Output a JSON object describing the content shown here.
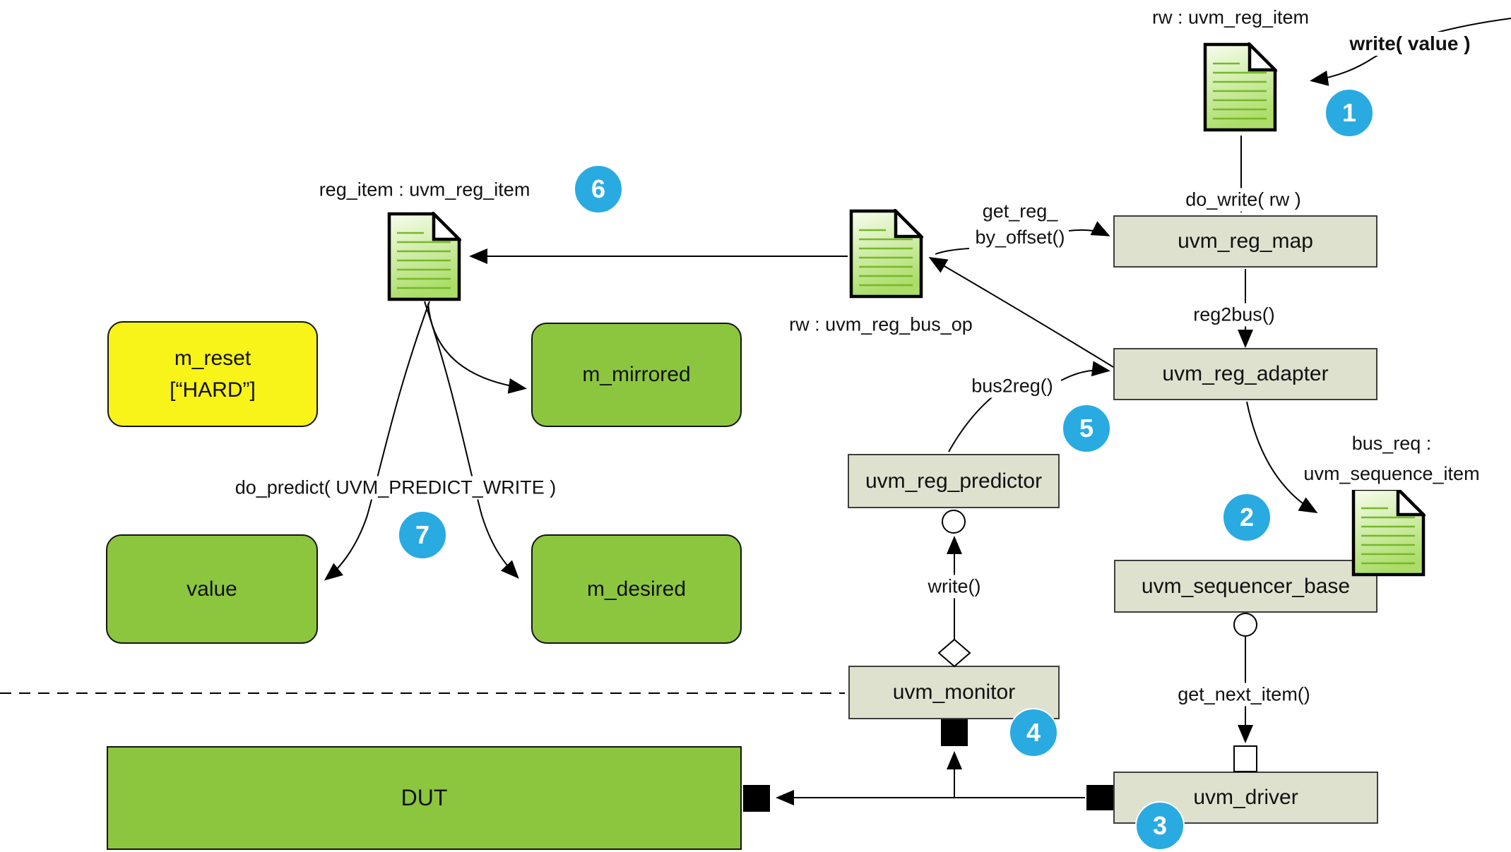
{
  "colors": {
    "step_badge": "#29abe2",
    "class_box_fill": "#dee1ce",
    "object_green": "#8cc63f",
    "reset_yellow": "#f8f318",
    "doc_fill_top": "#f7fdee",
    "doc_fill_bottom": "#abdd68",
    "doc_line_green": "#76b82a"
  },
  "classes": {
    "reg_map": "uvm_reg_map",
    "reg_adapter": "uvm_reg_adapter",
    "sequencer": "uvm_sequencer_base",
    "driver": "uvm_driver",
    "predictor": "uvm_reg_predictor",
    "monitor": "uvm_monitor"
  },
  "objects": {
    "rw_item_top": "rw : uvm_reg_item",
    "rw_bus_op": "rw : uvm_reg_bus_op",
    "reg_item": "reg_item : uvm_reg_item",
    "bus_req_line1": "bus_req :",
    "bus_req_line2": "uvm_sequence_item",
    "dut": "DUT"
  },
  "fields": {
    "m_reset_line1": "m_reset",
    "m_reset_line2": "[“HARD”]",
    "m_mirrored": "m_mirrored",
    "m_desired": "m_desired",
    "value": "value"
  },
  "calls": {
    "write_value": "write( value )",
    "do_write": "do_write( rw )",
    "reg2bus": "reg2bus()",
    "get_reg_line1": "get_reg_",
    "get_reg_line2": "by_offset()",
    "bus2reg": "bus2reg()",
    "get_next_item": "get_next_item()",
    "write_tlm": "write()",
    "do_predict": "do_predict( UVM_PREDICT_WRITE )"
  },
  "steps": [
    "1",
    "2",
    "3",
    "4",
    "5",
    "6",
    "7"
  ]
}
